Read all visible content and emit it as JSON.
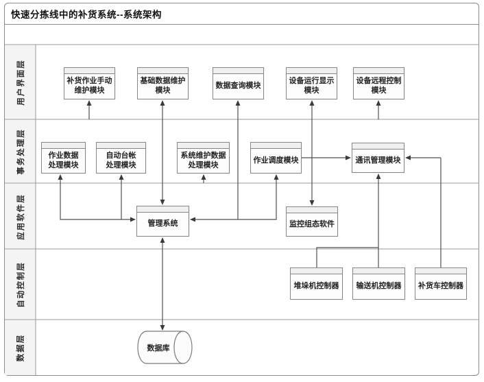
{
  "title": "快速分拣线中的补货系统--系统架构",
  "layers": [
    {
      "label": "用户界面层"
    },
    {
      "label": "事务处理层"
    },
    {
      "label": "应用软件层"
    },
    {
      "label": "自动控制层"
    },
    {
      "label": "数据层"
    }
  ],
  "nodes": {
    "b1": {
      "label": "补货作业手动\n维护模块"
    },
    "b2": {
      "label": "基础数据维护\n模块"
    },
    "b3": {
      "label": "数据查询模块"
    },
    "b4": {
      "label": "设备运行显示\n模块"
    },
    "b5": {
      "label": "设备远程控制\n模块"
    },
    "b6": {
      "label": "作业数据\n处理模块"
    },
    "b7": {
      "label": "自动台帐\n处理模块"
    },
    "b8": {
      "label": "系统维护数据\n处理模块"
    },
    "b9": {
      "label": "作业调度模块"
    },
    "b10": {
      "label": "通讯管理模块"
    },
    "b11": {
      "label": "管理系统"
    },
    "b12": {
      "label": "监控组态软件"
    },
    "b13": {
      "label": "堆垛机控制器"
    },
    "b14": {
      "label": "输送机控制器"
    },
    "b15": {
      "label": "补货车控制器"
    }
  },
  "database": {
    "label": "数据库"
  },
  "colors": {
    "frame_border": "#8a8a8a",
    "connector": "#4f4f4f",
    "arrowhead": "#3a3a3a",
    "node_border": "#868686",
    "node_header_fill": "#f0f0f0",
    "layer_cell_fill": "#f4f4f4"
  }
}
